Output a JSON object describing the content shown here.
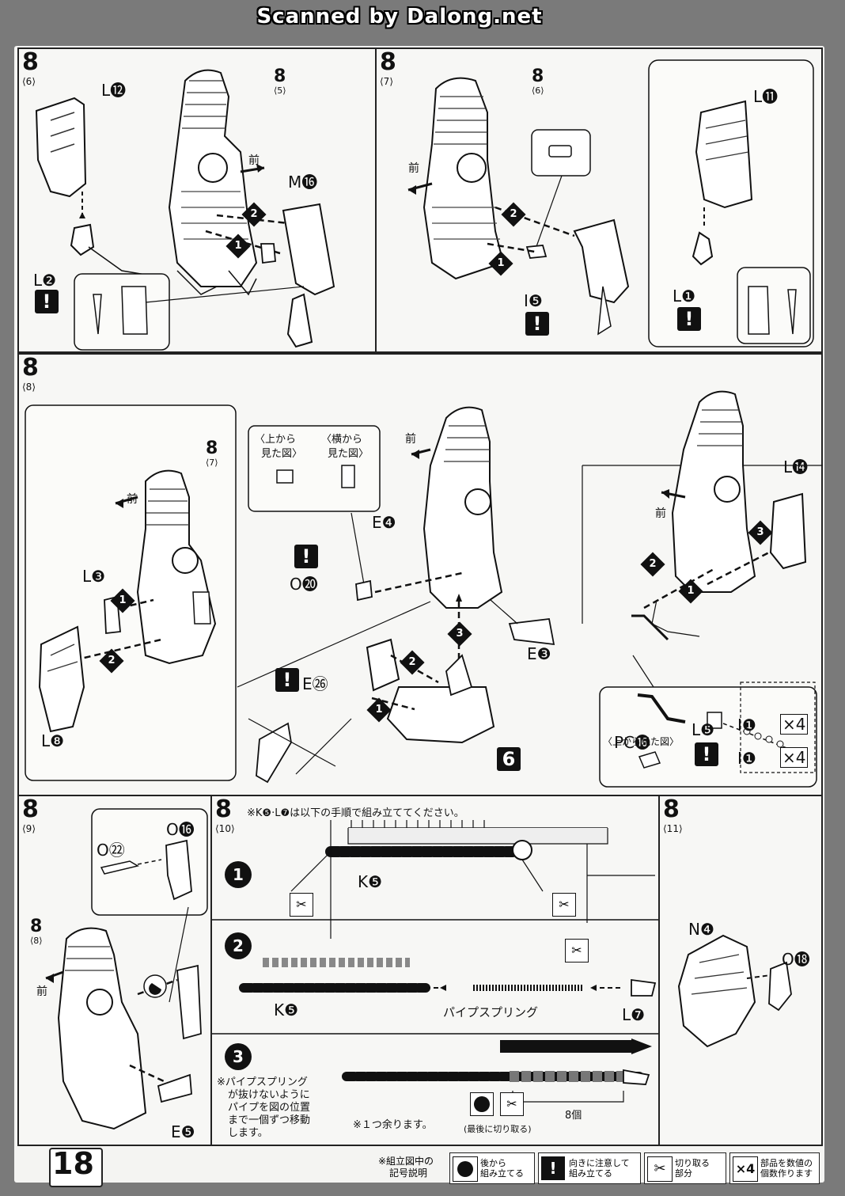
{
  "header": {
    "scanner_credit": "Scanned by Dalong.net"
  },
  "page_number": "18",
  "step_number": "8",
  "panels": {
    "p6": {
      "sub": "⟨6⟩",
      "ref_sub": "⟨5⟩",
      "labels": {
        "l12": "L⓬",
        "m16": "M⓰",
        "l2": "L❷",
        "front": "前"
      }
    },
    "p7": {
      "sub": "⟨7⟩",
      "ref_sub": "⟨6⟩",
      "labels": {
        "l11": "L⓫",
        "i5": "I❺",
        "l1": "L❶",
        "front": "前"
      }
    },
    "p8": {
      "sub": "⟨8⟩",
      "ref_sub": "⟨7⟩",
      "labels": {
        "front": "前",
        "l3": "L❸",
        "l8": "L❽",
        "e4": "E❹",
        "o20": "O⓴",
        "e3": "E❸",
        "e26": "E㉖",
        "l14": "L⓮",
        "pc16": "PC⓰",
        "l5": "L❺",
        "i1a": "I❶",
        "i1b": "I❶",
        "x4a": "×4",
        "x4b": "×4",
        "part6": "6",
        "top_view": "〈上から見た図〉",
        "top_view_a": "〈上から",
        "top_view_b": "見た図〉",
        "side_view_a": "〈横から",
        "side_view_b": "見た図〉"
      }
    },
    "p9": {
      "sub": "⟨9⟩",
      "ref_sub": "⟨8⟩",
      "labels": {
        "o22": "O㉒",
        "o16": "O⓰",
        "e5": "E❺",
        "front": "前"
      }
    },
    "p10": {
      "sub": "⟨10⟩",
      "instruction": "※K❺·L❼は以下の手順で組み立ててください。",
      "labels": {
        "k5a": "K❺",
        "k5b": "K❺",
        "l7": "L❼",
        "pipe_spring": "パイプスプリング",
        "count8": "8個",
        "note_a": "※パイプスプリング",
        "note_b": "が抜けないように",
        "note_c": "パイプを図の位置",
        "note_d": "まで一個ずつ移動",
        "note_e": "します。",
        "remainder": "※１つ余ります。",
        "cut_last": "(最後に切り取る)",
        "sub1": "1",
        "sub2": "2",
        "sub3": "3"
      }
    },
    "p11": {
      "sub": "⟨11⟩",
      "labels": {
        "n4": "N❹",
        "o18": "O⓲"
      }
    }
  },
  "legend": {
    "heading_a": "※組立図中の",
    "heading_b": "記号説明",
    "items": [
      {
        "icon": "back-assembly-icon",
        "text_a": "後から",
        "text_b": "組み立てる"
      },
      {
        "icon": "caution-icon",
        "glyph": "!",
        "text_a": "向きに注意して",
        "text_b": "組み立てる"
      },
      {
        "icon": "cut-icon",
        "text_a": "切り取る",
        "text_b": "部分"
      },
      {
        "icon": "quantity-icon",
        "glyph": "×4",
        "text_a": "部品を数値の",
        "text_b": "個数作ります"
      }
    ]
  }
}
